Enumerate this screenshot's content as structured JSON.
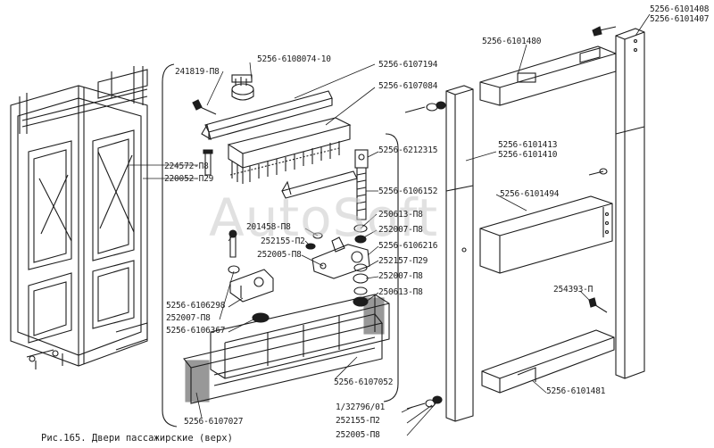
{
  "caption": "Рис.165. Двери пассажирские (верх)",
  "watermark": "AutoSoft",
  "colors": {
    "ink": "#1d1d1d",
    "paper": "#ffffff",
    "watermark": "#c8c8c8"
  },
  "labels": {
    "p241819": "241819-П8",
    "p6108074": "5256-6108074-10",
    "p6107194": "5256-6107194",
    "p6107084": "5256-6107084",
    "p6101480": "5256-6101480",
    "p6101408": "5256-6101408",
    "p6101407": "5256-6101407",
    "p224572": "224572-П8",
    "p220052": "220052-П29",
    "p6212315": "5256-6212315",
    "p6106152": "5256-6106152",
    "p6101413": "5256-6101413",
    "p6101410": "5256-6101410",
    "p6101494": "5256-6101494",
    "p250613a": "250613-П8",
    "p252007a": "252007-П8",
    "p201458": "201458-П8",
    "p252155a": "252155-П2",
    "p252005a": "252005-П8",
    "p6106216": "5256-6106216",
    "p252157": "252157-П29",
    "p252007b": "252007-П8",
    "p250613b": "250613-П8",
    "p254393": "254393-П",
    "p6106298": "5256-6106298",
    "p252007c": "252007-П8",
    "p6106367": "5256-6106367",
    "p6107052": "5256-6107052",
    "p6101481": "5256-6101481",
    "p132796": "1/32796/01",
    "p252155b": "252155-П2",
    "p252005b": "252005-П8",
    "p6107027": "5256-6107027"
  }
}
